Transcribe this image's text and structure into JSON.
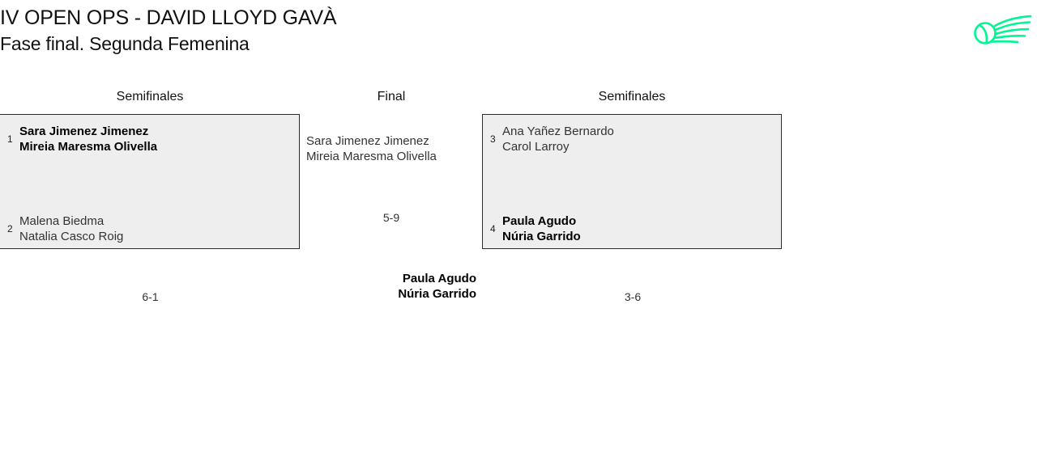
{
  "header": {
    "title_line_1": "IV OPEN OPS - DAVID LLOYD GAVÀ",
    "title_line_2": "Fase final. Segunda Femenina"
  },
  "logo": {
    "name": "tennis-ball-swoosh-logo",
    "color": "#00f593"
  },
  "rounds": {
    "left_label": "Semifinales",
    "final_label": "Final",
    "right_label": "Semifinales"
  },
  "bracket": {
    "semifinal_left": {
      "score": "6-1",
      "teams": [
        {
          "seed": "1",
          "player_1": "Sara Jimenez Jimenez",
          "player_2": "Mireia Maresma Olivella",
          "result": "winner"
        },
        {
          "seed": "2",
          "player_1": "Malena Biedma",
          "player_2": "Natalia Casco Roig",
          "result": "loser"
        }
      ]
    },
    "semifinal_right": {
      "score": "3-6",
      "teams": [
        {
          "seed": "3",
          "player_1": "Ana Yañez Bernardo",
          "player_2": "Carol Larroy",
          "result": "loser"
        },
        {
          "seed": "4",
          "player_1": "Paula Agudo",
          "player_2": "Núria Garrido",
          "result": "winner"
        }
      ]
    },
    "final": {
      "score": "5-9",
      "finalist": {
        "player_1": "Sara Jimenez Jimenez",
        "player_2": "Mireia Maresma Olivella",
        "result": "loser"
      },
      "champion": {
        "player_1": "Paula Agudo",
        "player_2": "Núria Garrido",
        "result": "winner"
      }
    }
  }
}
